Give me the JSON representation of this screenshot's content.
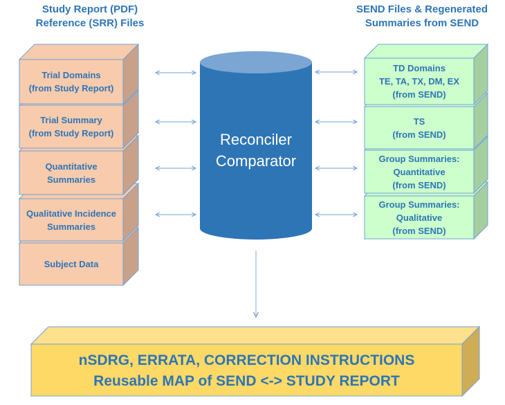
{
  "headings": {
    "left": [
      "Study Report (PDF)",
      "Reference (SRR) Files"
    ],
    "right": [
      "SEND Files & Regenerated",
      "Summaries from SEND"
    ]
  },
  "left_boxes": [
    {
      "lines": [
        "Trial Domains",
        "(from Study Report)"
      ]
    },
    {
      "lines": [
        "Trial Summary",
        "(from Study Report)"
      ]
    },
    {
      "lines": [
        "Quantitative",
        "Summaries"
      ]
    },
    {
      "lines": [
        "Qualitative Incidence",
        "Summaries"
      ]
    },
    {
      "lines": [
        "Subject Data"
      ]
    }
  ],
  "right_boxes": [
    {
      "lines": [
        "TD Domains",
        "TE, TA, TX, DM, EX",
        "(from SEND)"
      ]
    },
    {
      "lines": [
        "TS",
        "(from SEND)"
      ]
    },
    {
      "lines": [
        "Group Summaries:",
        "Quantitative",
        "(from SEND)"
      ]
    },
    {
      "lines": [
        "Group Summaries:",
        "Qualitative",
        "(from SEND)"
      ]
    }
  ],
  "center": {
    "lines": [
      "Reconciler",
      "Comparator"
    ]
  },
  "output_box": {
    "lines": [
      "nSDRG, ERRATA, CORRECTION INSTRUCTIONS",
      "Reusable MAP of SEND <-> STUDY REPORT"
    ]
  },
  "colors": {
    "text_blue": "#2E75B6",
    "left_front": "#F8CBAD",
    "left_side": "#C9A189",
    "right_front": "#CCFFCC",
    "right_side": "#A6CFA0",
    "cylinder": "#2E75B6",
    "cylinder_top": "#7BA6D3",
    "output_front": "#FFD966",
    "output_top": "#FFE08C",
    "output_side": "#CFAD56",
    "edge": "#6FA0D8",
    "connector": "#8DB4E2"
  }
}
